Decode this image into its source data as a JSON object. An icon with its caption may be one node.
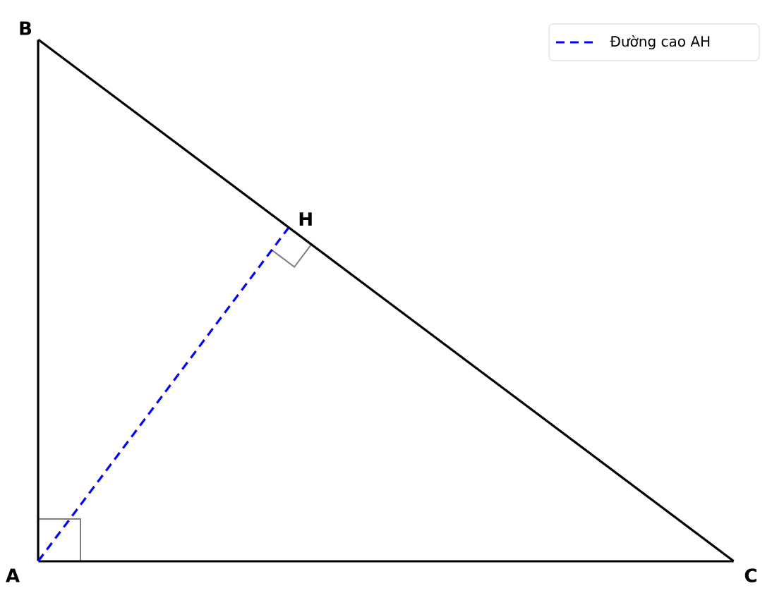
{
  "diagram": {
    "nodes": [
      {
        "text": [
          "A"
        ]
      },
      {
        "text": [
          "B"
        ]
      },
      {
        "text": [
          "C"
        ]
      },
      {
        "text": [
          "H"
        ]
      }
    ],
    "edges": [
      {
        "from": 0,
        "to": 1,
        "arrow": "none"
      },
      {
        "from": 1,
        "to": 2,
        "arrow": "none"
      },
      {
        "from": 2,
        "to": 0,
        "arrow": "none"
      },
      {
        "from": 0,
        "to": 3,
        "arrow": "none",
        "style": "dashed",
        "color": "#0000ff"
      }
    ],
    "legend": [
      {
        "text": "Đường cao AH"
      }
    ]
  }
}
